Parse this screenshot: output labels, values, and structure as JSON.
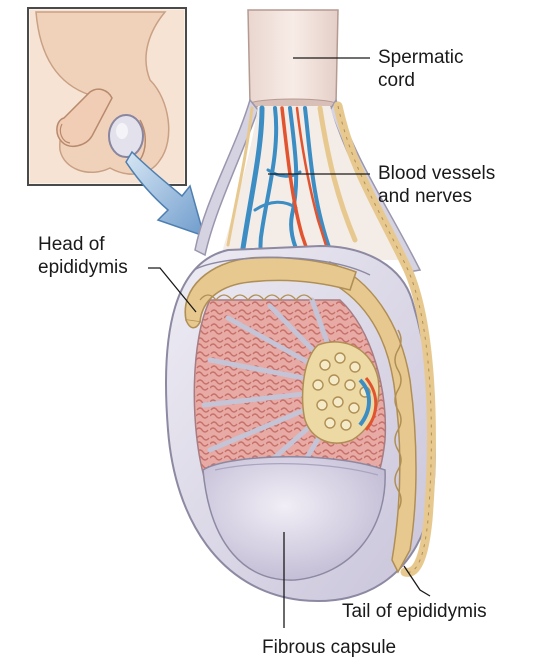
{
  "labels": {
    "spermatic_cord": [
      "Spermatic",
      "cord"
    ],
    "blood_vessels": [
      "Blood vessels",
      "and nerves"
    ],
    "head_epididymis": [
      "Head of",
      "epididymis"
    ],
    "tail_epididymis": "Tail of epididymis",
    "fibrous_capsule": "Fibrous capsule"
  },
  "colors": {
    "skin": "#f3d7c3",
    "skin_shadow": "#d9a889",
    "capsule": "#dcd8e8",
    "capsule_edge": "#9a96ad",
    "tubules": "#dd9d98",
    "epididymis": "#e7c98f",
    "artery": "#e2542f",
    "vein": "#3c8dc4",
    "arrow": "#8fb3d6"
  }
}
